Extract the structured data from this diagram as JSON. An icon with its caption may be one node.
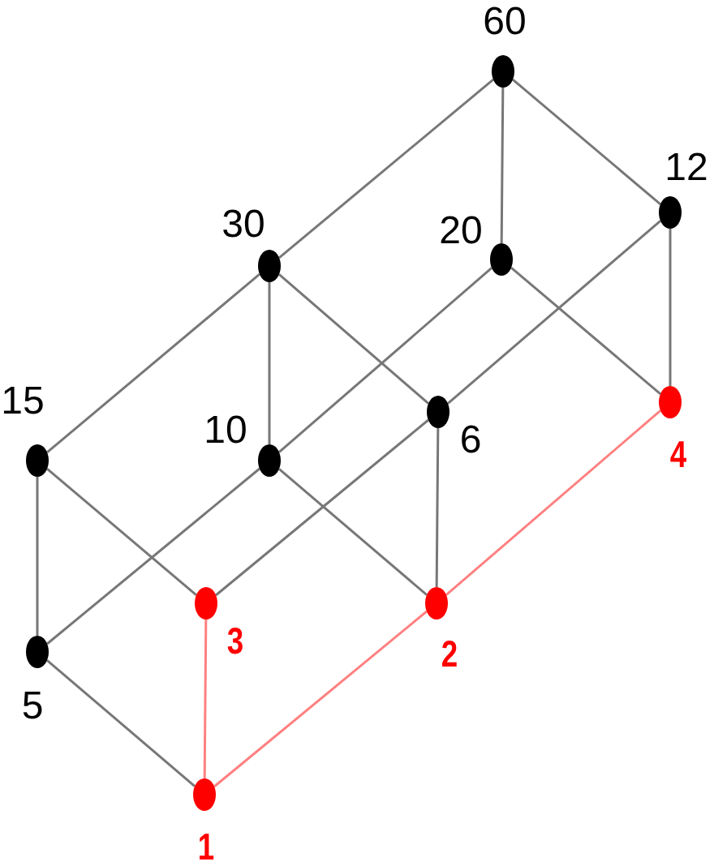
{
  "diagram": {
    "nodes": [
      {
        "text": [],
        "shape": "circle",
        "beside": [
          "60"
        ]
      },
      {
        "text": [],
        "shape": "circle",
        "beside": [
          "12"
        ]
      },
      {
        "text": [],
        "shape": "circle",
        "beside": [
          "30"
        ]
      },
      {
        "text": [],
        "shape": "circle",
        "beside": [
          "20"
        ]
      },
      {
        "text": [],
        "shape": "circle",
        "beside": [
          "15"
        ]
      },
      {
        "text": [],
        "shape": "circle",
        "beside": [
          "10"
        ]
      },
      {
        "text": [],
        "shape": "circle",
        "beside": [
          "6"
        ]
      },
      {
        "text": [],
        "shape": "circle",
        "beside": [
          "4"
        ]
      },
      {
        "text": [],
        "shape": "circle",
        "beside": [
          "3"
        ]
      },
      {
        "text": [],
        "shape": "circle",
        "beside": [
          "2"
        ]
      },
      {
        "text": [],
        "shape": "circle",
        "beside": [
          "5"
        ]
      },
      {
        "text": [],
        "shape": "circle",
        "beside": [
          "1"
        ]
      }
    ],
    "edges": [
      {
        "from": 0,
        "to": 2,
        "arrow": "none"
      },
      {
        "from": 0,
        "to": 3,
        "arrow": "none"
      },
      {
        "from": 0,
        "to": 1,
        "arrow": "none"
      },
      {
        "from": 2,
        "to": 4,
        "arrow": "none"
      },
      {
        "from": 2,
        "to": 5,
        "arrow": "none"
      },
      {
        "from": 2,
        "to": 6,
        "arrow": "none"
      },
      {
        "from": 3,
        "to": 5,
        "arrow": "none"
      },
      {
        "from": 3,
        "to": 7,
        "arrow": "none"
      },
      {
        "from": 1,
        "to": 6,
        "arrow": "none"
      },
      {
        "from": 1,
        "to": 7,
        "arrow": "none"
      },
      {
        "from": 4,
        "to": 10,
        "arrow": "none"
      },
      {
        "from": 4,
        "to": 8,
        "arrow": "none"
      },
      {
        "from": 5,
        "to": 10,
        "arrow": "none"
      },
      {
        "from": 5,
        "to": 9,
        "arrow": "none"
      },
      {
        "from": 6,
        "to": 8,
        "arrow": "none"
      },
      {
        "from": 6,
        "to": 9,
        "arrow": "none"
      },
      {
        "from": 10,
        "to": 11,
        "arrow": "none"
      },
      {
        "from": 8,
        "to": 11,
        "arrow": "none",
        "color": "#ff8080"
      },
      {
        "from": 9,
        "to": 11,
        "arrow": "none",
        "color": "#ff8080"
      },
      {
        "from": 7,
        "to": 9,
        "arrow": "none",
        "color": "#ff8080"
      }
    ]
  }
}
